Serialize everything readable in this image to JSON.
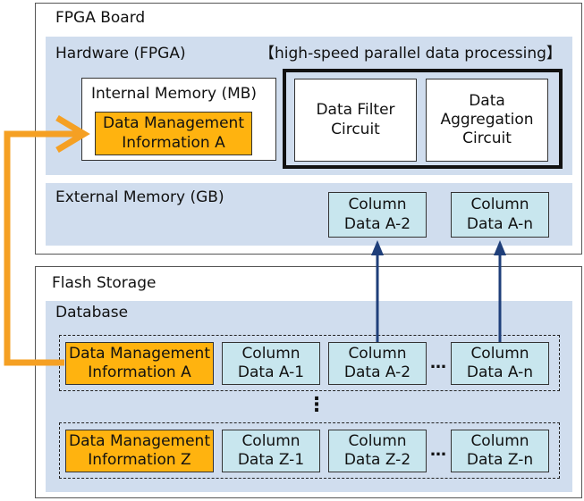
{
  "fpga_board": {
    "title": "FPGA Board",
    "hardware_label": "Hardware (FPGA)",
    "parallel_label": "【high-speed parallel data processing】",
    "internal_memory": {
      "label": "Internal Memory (MB)",
      "item": "Data Management\nInformation A"
    },
    "circuits": [
      "Data Filter\nCircuit",
      "Data\nAggregation\nCircuit"
    ],
    "external_memory": {
      "label": "External Memory (GB)",
      "items": [
        "Column\nData A-2",
        "Column\nData A-n"
      ]
    }
  },
  "flash_storage": {
    "title": "Flash Storage",
    "database_label": "Database",
    "row_a": {
      "info": "Data Management\nInformation A",
      "columns": [
        "Column\nData A-1",
        "Column\nData A-2",
        "Column\nData A-n"
      ],
      "ellipsis": "…"
    },
    "vertical_ellipsis": "⋮",
    "row_z": {
      "info": "Data Management\nInformation Z",
      "columns": [
        "Column\nData Z-1",
        "Column\nData Z-2",
        "Column\nData Z-n"
      ],
      "ellipsis": "…"
    }
  },
  "colors": {
    "orange": "#ffb30f",
    "column_fill": "#c8e6ee",
    "region_fill": "#d0ddee",
    "arrow_orange": "#f5a023",
    "arrow_blue": "#1f3f7a"
  }
}
